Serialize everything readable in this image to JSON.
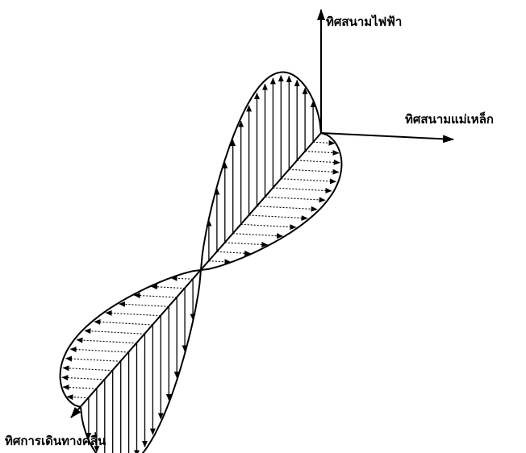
{
  "labels": {
    "electric_field": "ทิศสนามไฟฟ้า",
    "magnetic_field": "ทิศสนามแม่เหล็ก",
    "propagation": "ทิศการเดินทางคลื่น"
  },
  "colors": {
    "ink": "#000000",
    "background": "#ffffff"
  }
}
